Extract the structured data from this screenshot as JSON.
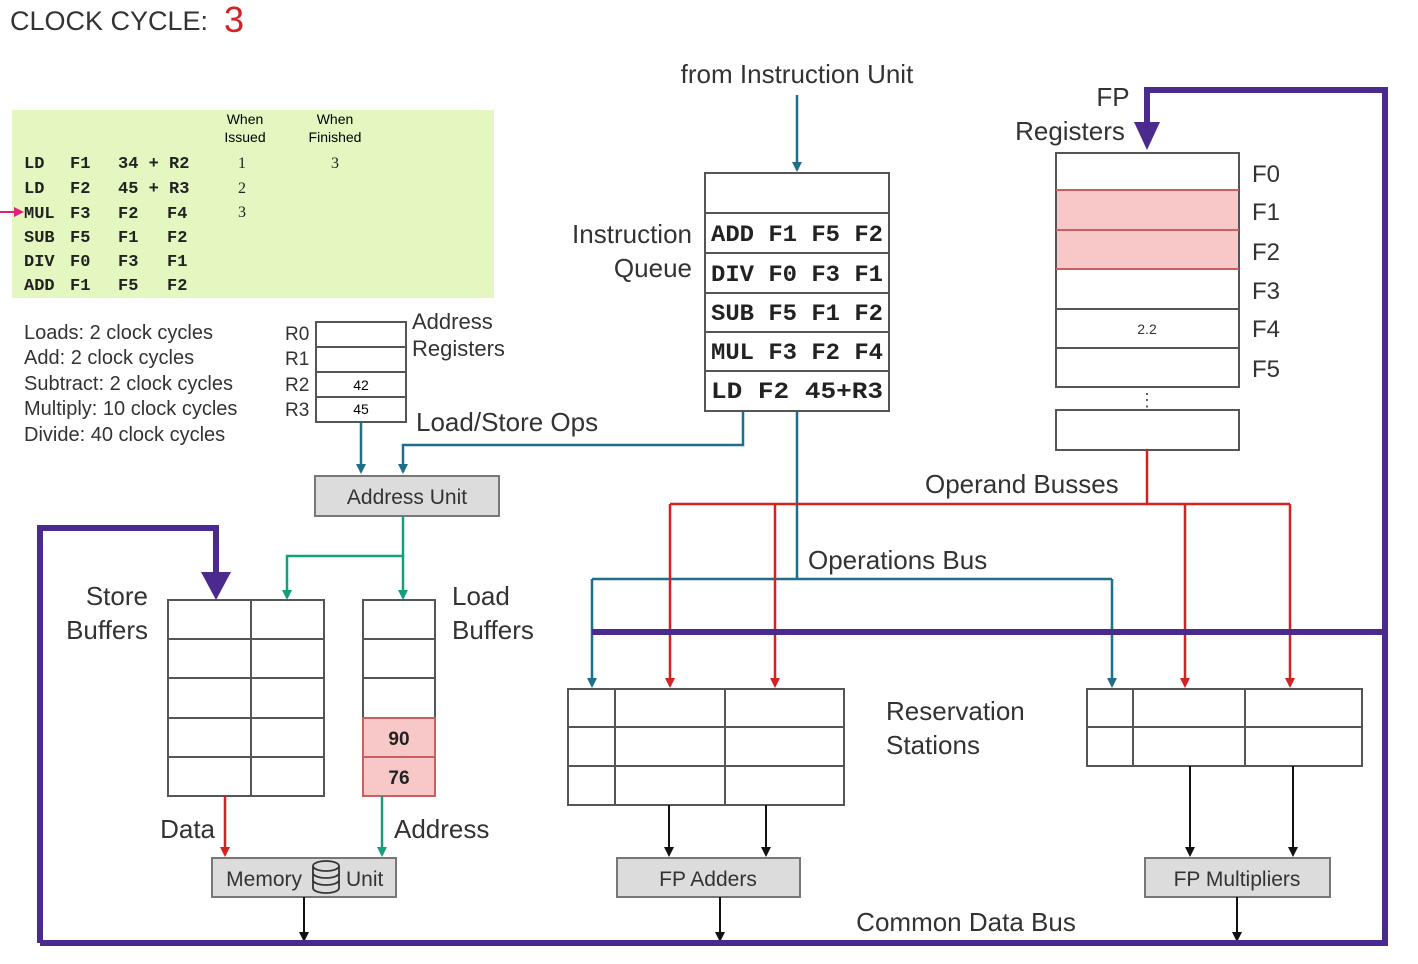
{
  "header": {
    "label": "CLOCK CYCLE:",
    "value": "3"
  },
  "status_table": {
    "col_issued": [
      "When",
      "Issued"
    ],
    "col_finished": [
      "When",
      "Finished"
    ],
    "rows": [
      {
        "op": "LD",
        "a": "F1",
        "b": "34 + R2",
        "c": "",
        "issued": "1",
        "finished": "3"
      },
      {
        "op": "LD",
        "a": "F2",
        "b": "45 + R3",
        "c": "",
        "issued": "2",
        "finished": ""
      },
      {
        "op": "MUL",
        "a": "F3",
        "b": "F2",
        "c": "F4",
        "issued": "3",
        "finished": ""
      },
      {
        "op": "SUB",
        "a": "F5",
        "b": "F1",
        "c": "F2",
        "issued": "",
        "finished": ""
      },
      {
        "op": "DIV",
        "a": "F0",
        "b": "F3",
        "c": "F1",
        "issued": "",
        "finished": ""
      },
      {
        "op": "ADD",
        "a": "F1",
        "b": "F5",
        "c": "F2",
        "issued": "",
        "finished": ""
      }
    ],
    "current_row": 2
  },
  "latencies": [
    "Loads: 2 clock cycles",
    "Add: 2 clock cycles",
    "Subtract: 2 clock cycles",
    "Multiply: 10 clock cycles",
    "Divide: 40 clock cycles"
  ],
  "address_registers": {
    "title": [
      "Address",
      "Registers"
    ],
    "regs": [
      {
        "name": "R0",
        "value": ""
      },
      {
        "name": "R1",
        "value": ""
      },
      {
        "name": "R2",
        "value": "42"
      },
      {
        "name": "R3",
        "value": "45"
      }
    ]
  },
  "load_store_ops_label": "Load/Store Ops",
  "address_unit_label": "Address Unit",
  "instruction_unit_label": "from Instruction Unit",
  "instruction_queue": {
    "title": [
      "Instruction",
      "Queue"
    ],
    "entries": [
      "",
      "ADD F1 F5 F2",
      "DIV F0 F3 F1",
      "SUB F5 F1 F2",
      "MUL F3 F2 F4",
      "LD F2 45+R3"
    ]
  },
  "fp_registers": {
    "title": [
      "FP",
      "Registers"
    ],
    "regs": [
      {
        "name": "F0",
        "value": "",
        "busy": false
      },
      {
        "name": "F1",
        "value": "",
        "busy": true
      },
      {
        "name": "F2",
        "value": "",
        "busy": true
      },
      {
        "name": "F3",
        "value": "",
        "busy": false
      },
      {
        "name": "F4",
        "value": "2.2",
        "busy": false
      },
      {
        "name": "F5",
        "value": "",
        "busy": false
      }
    ],
    "ellipsis": "⋮"
  },
  "operand_busses_label": "Operand Busses",
  "operations_bus_label": "Operations Bus",
  "store_buffers_label": [
    "Store",
    "Buffers"
  ],
  "load_buffers": {
    "title": [
      "Load",
      "Buffers"
    ],
    "entries": [
      "",
      "",
      "",
      "90",
      "76"
    ]
  },
  "data_label": "Data",
  "address_label": "Address",
  "memory_unit": {
    "left": "Memory",
    "right": "Unit"
  },
  "reservation_stations_label": [
    "Reservation",
    "Stations"
  ],
  "fp_adders_label": "FP Adders",
  "fp_multipliers_label": "FP Multipliers",
  "cdb_label": "Common Data Bus",
  "colors": {
    "teal": "#1f6f8b",
    "green": "#12a07a",
    "red": "#d42222",
    "purple": "#4b2a8e",
    "highlight": "#f8c8c8",
    "table_bg": "#e4f7c0",
    "unit_bg": "#dcdcdc"
  }
}
